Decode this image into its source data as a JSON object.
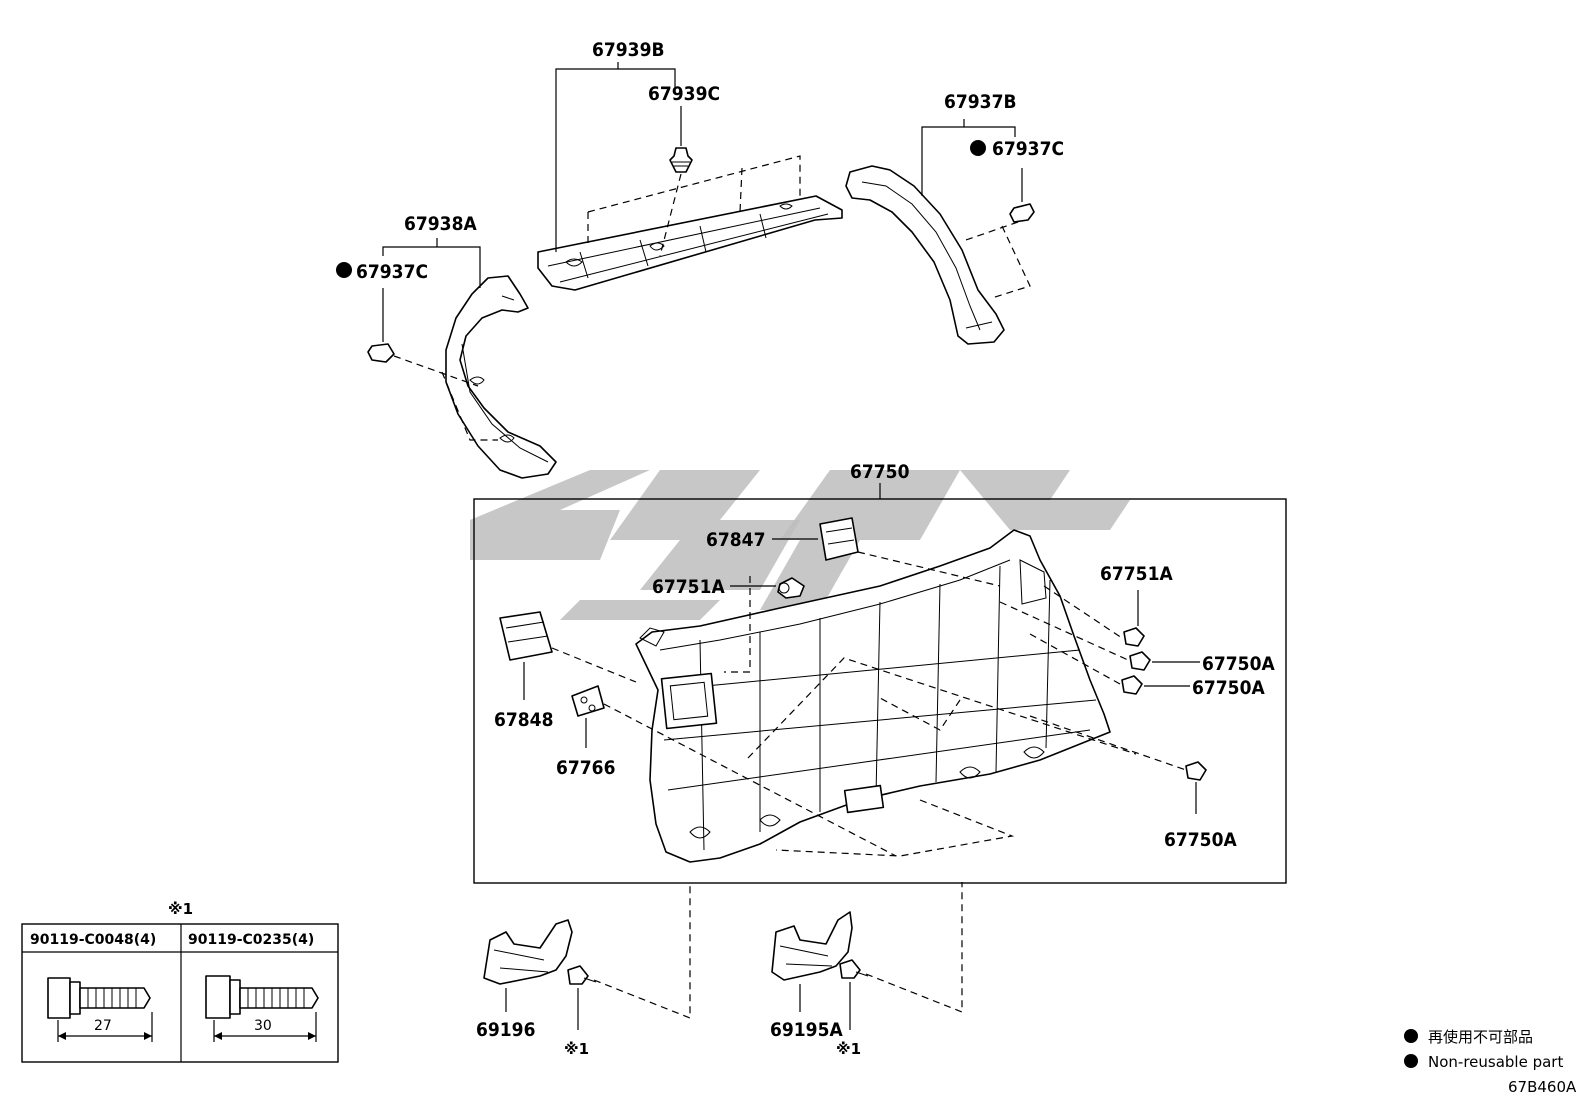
{
  "labels": {
    "p67939B": "67939B",
    "p67939C": "67939C",
    "p67937B": "67937B",
    "p67937C_right": "67937C",
    "p67938A": "67938A",
    "p67937C_left": "67937C",
    "p67750": "67750",
    "p67847": "67847",
    "p67751A_left": "67751A",
    "p67751A_right": "67751A",
    "p67750A_1": "67750A",
    "p67750A_2": "67750A",
    "p67750A_3": "67750A",
    "p67848": "67848",
    "p67766": "67766",
    "p69196": "69196",
    "p69195A": "69195A",
    "note_69196": "※1",
    "note_69195A": "※1"
  },
  "bolt_table": {
    "note": "※1",
    "left": {
      "code": "90119-C0048(4)",
      "length": "27"
    },
    "right": {
      "code": "90119-C0235(4)",
      "length": "30"
    }
  },
  "legend": {
    "jp": "再使用不可部品",
    "en": "Non-reusable part"
  },
  "diagram_code": "67B460A",
  "colors": {
    "line": "#000000",
    "watermark": "#bdbdbd"
  }
}
